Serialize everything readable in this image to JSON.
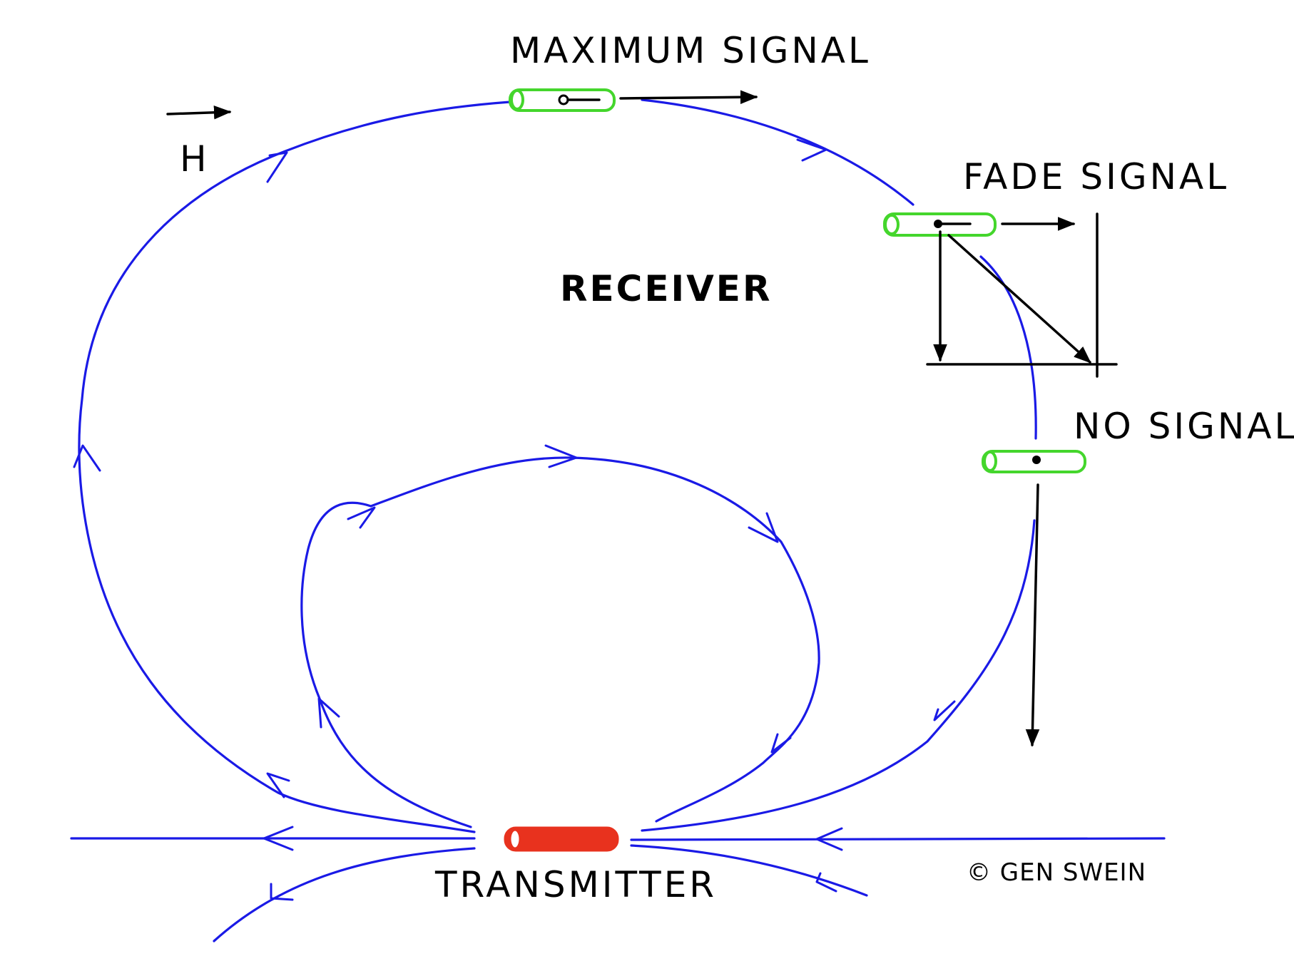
{
  "labels": {
    "maximum_signal": "MAXIMUM  SIGNAL",
    "fade_signal": "FADE  SIGNAL",
    "no_signal": "NO  SIGNAL",
    "receiver": "RECEIVER",
    "transmitter": "TRANSMITTER",
    "h_vector": "H",
    "copyright": "© GEN SWEIN"
  },
  "colors": {
    "field_lines": "#1a1ae6",
    "receiver_antenna": "#44d62c",
    "transmitter_antenna": "#e8321e",
    "vectors": "#000000",
    "background": "#ffffff"
  }
}
